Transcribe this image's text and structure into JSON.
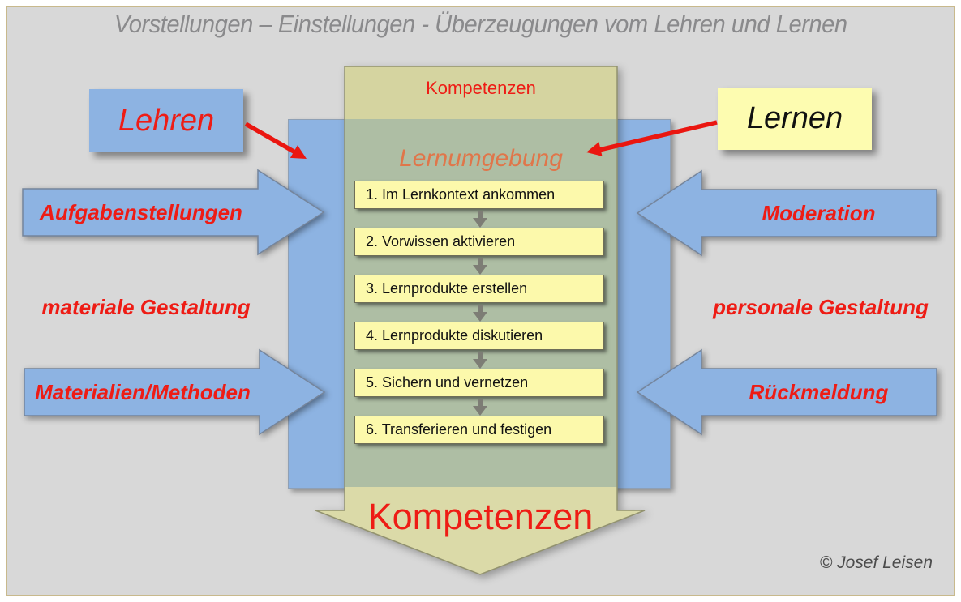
{
  "title": "Vorstellungen – Einstellungen - Überzeugungen vom Lehren und Lernen",
  "colors": {
    "background_gray": "#d8d8d8",
    "frame_border_tan": "#c8b98c",
    "blue_shapes": "#8db3e2",
    "olive_arrow_on_gray": "#d5d4a0",
    "olive_arrow_on_blue": "#aebea4",
    "step_box_yellow": "#fcf9ab",
    "lernen_box_yellow": "#fdfcb0",
    "red_text": "#ee1c15",
    "orange_text": "#e0764a",
    "title_gray": "#8a8a8c"
  },
  "center": {
    "top_label": "Kompetenzen",
    "environment_label": "Lernumgebung",
    "bottom_label": "Kompetenzen",
    "steps": [
      "1. Im Lernkontext ankommen",
      "2. Vorwissen aktivieren",
      "3. Lernprodukte erstellen",
      "4. Lernprodukte diskutieren",
      "5. Sichern und vernetzen",
      "6. Transferieren und festigen"
    ]
  },
  "teaching": {
    "label": "Lehren"
  },
  "learning": {
    "label": "Lernen"
  },
  "left": {
    "arrow1": "Aufgabenstellungen",
    "note": "materiale Gestaltung",
    "arrow2": "Materialien/Methoden"
  },
  "right": {
    "arrow1": "Moderation",
    "note": "personale Gestaltung",
    "arrow2": "Rückmeldung"
  },
  "credit": "© Josef Leisen"
}
